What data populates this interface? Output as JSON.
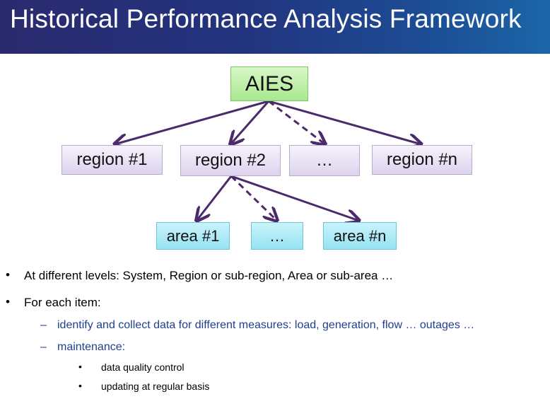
{
  "title": "Historical Performance Analysis Framework",
  "tree": {
    "root": "AIES",
    "regions": [
      "region #1",
      "region #2",
      "…",
      "region #n"
    ],
    "areas": [
      "area #1",
      "…",
      "area #n"
    ]
  },
  "bullets": {
    "level1": [
      "At different levels: System, Region or sub-region, Area or sub-area …",
      "For each item:"
    ],
    "level2": [
      "identify and collect data for different measures: load, generation, flow … outages …",
      "maintenance:"
    ],
    "level3": [
      "data quality control",
      "updating at regular basis"
    ],
    "marks": {
      "l1": "•",
      "l2": "–",
      "l3": "•"
    }
  },
  "colors": {
    "arrow": "#4b2a6b",
    "root_fill": "#a9e88f",
    "region_fill": "#ddd3ee",
    "area_fill": "#96e2f2",
    "level2_text": "#1f3f8f"
  }
}
